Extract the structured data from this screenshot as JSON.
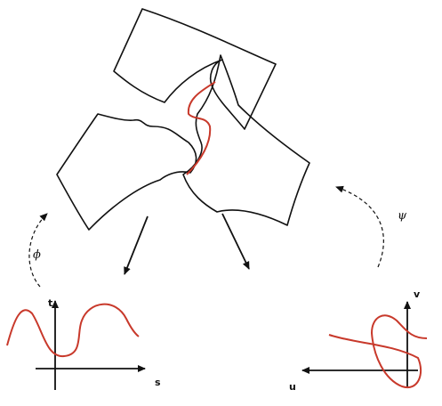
{
  "labels": {
    "phi": "ϕ",
    "psi": "ψ",
    "left_axis_vertical": "t",
    "left_axis_horizontal": "s",
    "right_axis_vertical": "v",
    "right_axis_horizontal": "u"
  },
  "colors": {
    "stroke": "#111111",
    "curve": "#c8392b",
    "background": "#ffffff"
  }
}
